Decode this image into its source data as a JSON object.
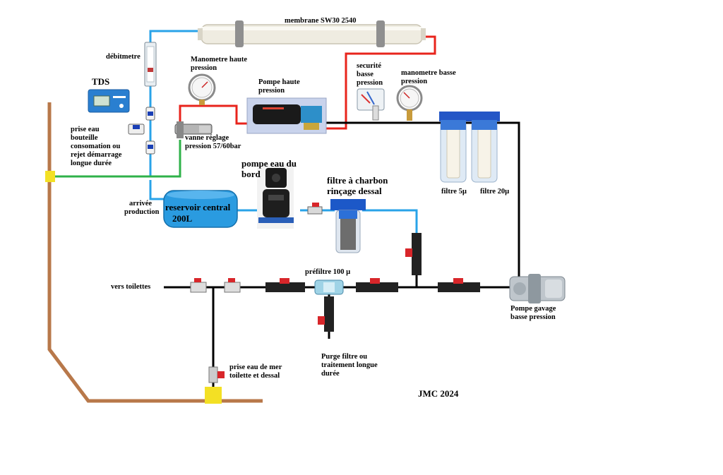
{
  "labels": {
    "membrane": "membrane SW30 2540",
    "debitmetre": "débitmetre",
    "tds": "TDS",
    "manometre_haute_1": "Manometre haute",
    "manometre_haute_2": "pression",
    "pompe_haute_1": "Pompe haute",
    "pompe_haute_2": "pression",
    "securite_1": "securité",
    "securite_2": "basse",
    "securite_3": "pression",
    "manometre_basse_1": "manometre basse",
    "manometre_basse_2": "pression",
    "prise_eau_1": "prise eau",
    "prise_eau_2": "bouteille",
    "prise_eau_3": "consomation ou",
    "prise_eau_4": "rejet démarrage",
    "prise_eau_5": "longue durée",
    "vanne_1": "vanne réglage",
    "vanne_2": "pression 57/60bar",
    "pompe_bord_1": "pompe eau du",
    "pompe_bord_2": "bord",
    "filtre_charbon_1": "filtre à charbon",
    "filtre_charbon_2": "rinçage dessal",
    "filtre_5": "filtre 5µ",
    "filtre_20": "filtre 20µ",
    "arrivee_1": "arrivée",
    "arrivee_2": "production",
    "reservoir_1": "reservoir central",
    "reservoir_2": "200L",
    "prefiltre": "préfiltre 100 µ",
    "vers_toilettes": "vers toilettes",
    "pompe_gavage_1": "Pompe gavage",
    "pompe_gavage_2": "basse pression",
    "purge_1": "Purge filtre ou",
    "purge_2": "traitement longue",
    "purge_3": "durée",
    "prise_mer_1": "prise eau de mer",
    "prise_mer_2": "toilette et dessal",
    "credit": "JMC 2024"
  },
  "colors": {
    "blue_pipe": "#29a3e8",
    "red_pipe": "#e8241c",
    "green_pipe": "#2fb24a",
    "black_pipe": "#000000",
    "hull": "#b8784a",
    "tank": "#2a9be0",
    "membrane": "#efece1",
    "valve_red": "#d8262a",
    "fitting_yellow": "#f3e024"
  },
  "icons": [
    "membrane-icon",
    "flowmeter-icon",
    "tds-meter-icon",
    "pressure-gauge-icon",
    "high-pressure-pump-icon",
    "pressure-switch-icon",
    "twin-filter-housing-icon",
    "water-pump-icon",
    "carbon-filter-icon",
    "ball-valve-icon",
    "prefilter-icon",
    "feed-pump-icon",
    "water-tank-icon"
  ]
}
